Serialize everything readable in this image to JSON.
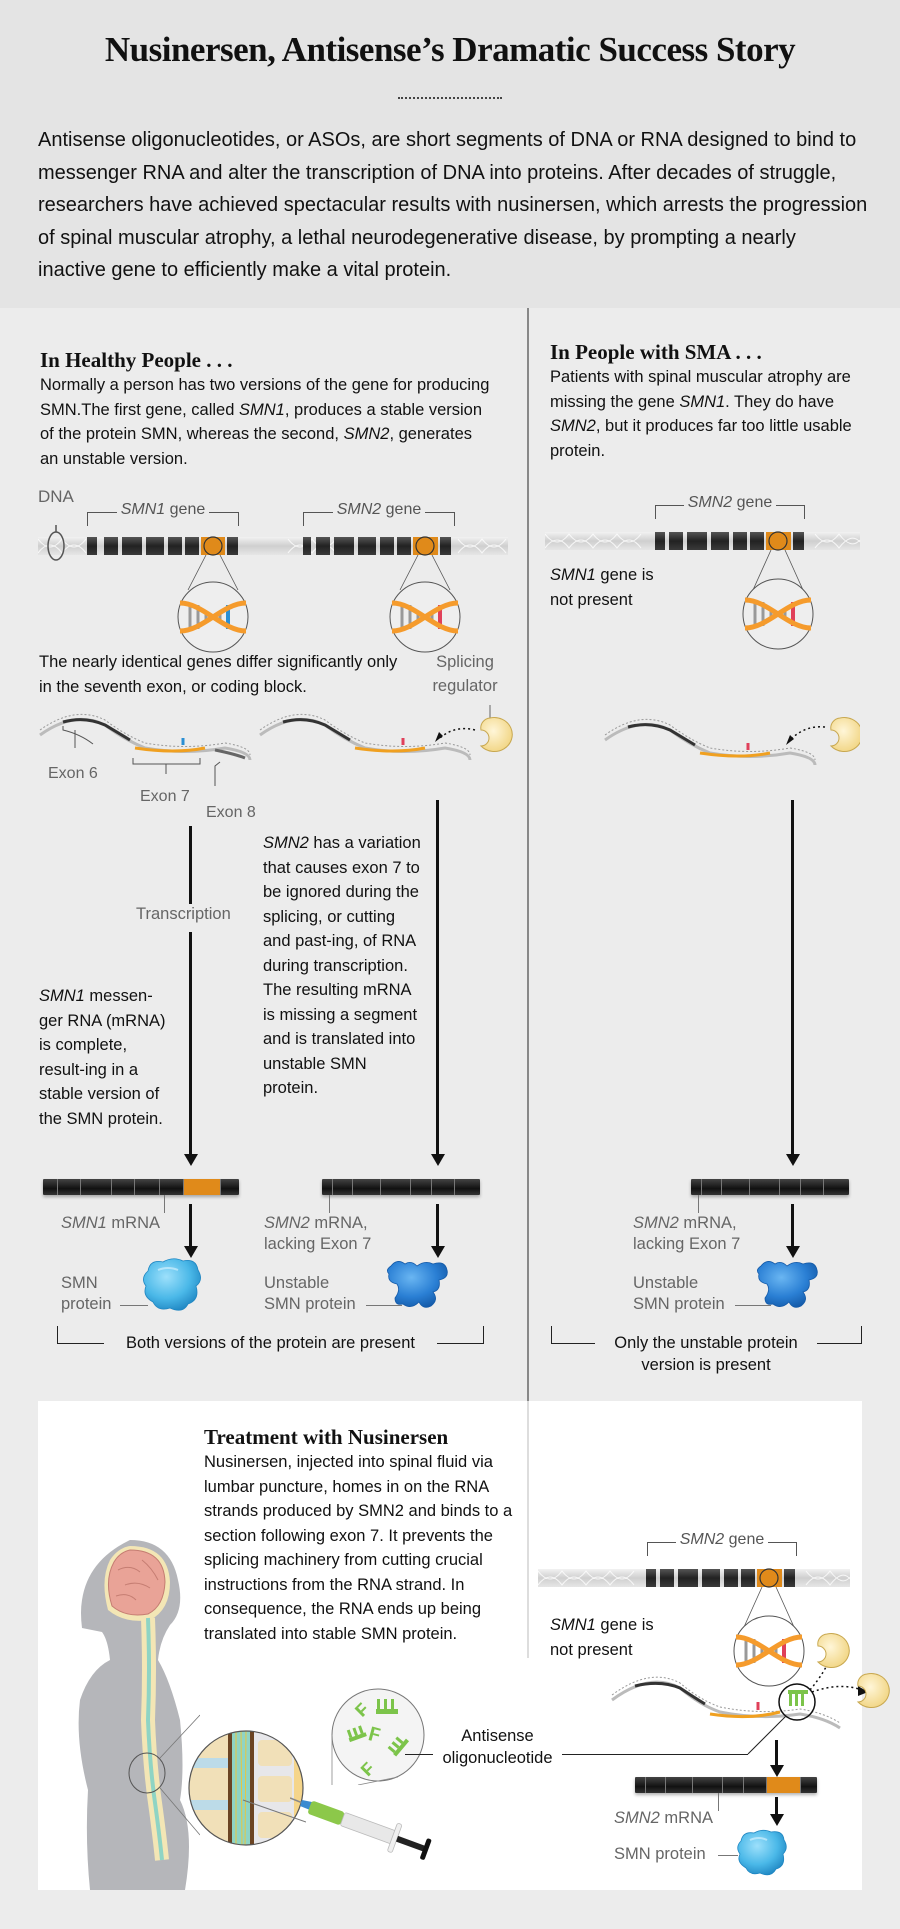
{
  "header": {
    "title": "Nusinersen, Antisense’s Dramatic Success Story",
    "intro": "Antisense oligonucleotides, or ASOs, are short segments of DNA or RNA designed to bind to messenger RNA and alter the transcription of DNA into proteins. After decades of struggle, researchers have achieved spectacular results with nusinersen, which arrests the progression of spinal muscular atrophy, a lethal neurodegenerative disease, by prompting a nearly inactive gene to efficiently make a vital protein."
  },
  "healthy": {
    "heading": "In Healthy People . . .",
    "body_parts": [
      "Normally a person has two versions of the gene for producing SMN.The first gene, called ",
      "SMN1",
      ", produces a stable version of the protein SMN, whereas the second, ",
      "SMN2",
      ", generates an unstable version."
    ],
    "dna_label": "DNA",
    "smn1_gene_label": "SMN1",
    "smn2_gene_label": "SMN2",
    "gene_suffix": " gene",
    "differ_text": "The nearly identical genes differ significantly only in the seventh exon, or coding block.",
    "splicing_regulator": "Splicing regulator",
    "exon6": "Exon 6",
    "exon7": "Exon 7",
    "exon8": "Exon 8",
    "transcription": "Transcription",
    "smn1_mrna_text_italic": "SMN1",
    "smn1_mrna_text": " messen-ger RNA (mRNA) is complete, result-ing in a stable version of the SMN protein.",
    "smn2_text_italic": "SMN2",
    "smn2_text": " has a variation that causes exon 7 to be ignored during the splicing, or cutting and past-ing, of RNA during transcription. The resulting mRNA is missing a segment and is translated into unstable SMN protein.",
    "smn1_mrna_label_italic": "SMN1",
    "smn1_mrna_label": " mRNA",
    "smn2_mrna_label_italic": "SMN2",
    "smn2_mrna_label": " mRNA,",
    "lacking_exon7": "lacking Exon 7",
    "smn_protein": "SMN protein",
    "unstable_protein_1": "Unstable",
    "unstable_protein_2": "SMN protein",
    "summary": "Both versions of the protein are present"
  },
  "sma": {
    "heading": "In People with SMA . . .",
    "body_parts": [
      "Patients with spinal muscular atrophy are missing the gene ",
      "SMN1",
      ". They do have ",
      "SMN2",
      ", but it produces far too little usable protein."
    ],
    "smn2_gene_label": "SMN2",
    "gene_suffix": " gene",
    "smn1_absent_italic": "SMN1",
    "smn1_absent": " gene is not present",
    "smn2_mrna_label_italic": "SMN2",
    "smn2_mrna_label": " mRNA,",
    "lacking_exon7": "lacking Exon 7",
    "unstable_protein_1": "Unstable",
    "unstable_protein_2": "SMN protein",
    "summary": "Only the unstable protein version is present"
  },
  "treatment": {
    "heading": "Treatment with Nusinersen",
    "body": "Nusinersen, injected into spinal fluid via lumbar puncture, homes in on the RNA strands produced by SMN2 and binds to a section following exon 7. It prevents the splicing machinery from cutting crucial instructions from the RNA strand. In consequence, the RNA ends up being translated into stable SMN protein.",
    "smn2_gene_label": "SMN2",
    "gene_suffix": " gene",
    "smn1_absent_italic": "SMN1",
    "smn1_absent": " gene is not present",
    "aso_label": "Antisense oligonucleotide",
    "smn2_mrna_label_italic": "SMN2",
    "smn2_mrna_label": " mRNA",
    "smn_protein": "SMN protein"
  },
  "colors": {
    "exon7_orange": "#e08a1a",
    "protein_light_blue": "#4ab8e8",
    "protein_dark_blue": "#2a7fd4",
    "splicing_regulator": "#f7e2a0",
    "aso_green": "#7cc44a",
    "spinal_fluid": "#8fd4c4",
    "smn1_variant": "#2a8fd4",
    "smn2_variant": "#e0405a"
  }
}
